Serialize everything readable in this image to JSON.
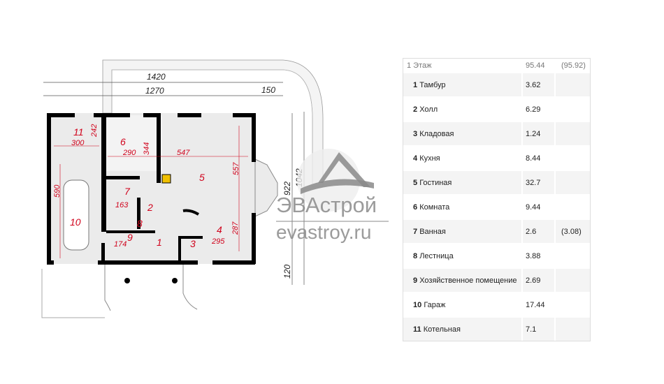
{
  "plan": {
    "rooms": {
      "r1": "1",
      "r2": "2",
      "r3": "3",
      "r4": "4",
      "r5": "5",
      "r6": "6",
      "r7": "7",
      "r8": "8",
      "r9": "9",
      "r10": "10",
      "r11": "11"
    },
    "dims_red": {
      "d300": "300",
      "d242": "242",
      "d290": "290",
      "d344": "344",
      "d547": "547",
      "d557": "557",
      "d163": "163",
      "d590": "590",
      "d174": "174",
      "d295": "295",
      "d287": "287"
    },
    "dims_black": {
      "d1420": "1420",
      "d1270": "1270",
      "d150": "150",
      "d922": "922",
      "d1042": "1042",
      "d120": "120"
    },
    "colors": {
      "room_label": "#d0021b",
      "wall": "#000000",
      "floor": "#e8e8e8"
    }
  },
  "watermark": {
    "brand": "ЭВАстрой",
    "url": "evastroy.ru"
  },
  "table": {
    "header": {
      "label": "1 Этаж",
      "area": "95.44",
      "extra": "(95.92)"
    },
    "rows": [
      {
        "num": "1",
        "name": "Тамбур",
        "area": "3.62",
        "extra": ""
      },
      {
        "num": "2",
        "name": "Холл",
        "area": "6.29",
        "extra": ""
      },
      {
        "num": "3",
        "name": "Кладовая",
        "area": "1.24",
        "extra": ""
      },
      {
        "num": "4",
        "name": "Кухня",
        "area": "8.44",
        "extra": ""
      },
      {
        "num": "5",
        "name": "Гостиная",
        "area": "32.7",
        "extra": ""
      },
      {
        "num": "6",
        "name": "Комната",
        "area": "9.44",
        "extra": ""
      },
      {
        "num": "7",
        "name": "Ванная",
        "area": "2.6",
        "extra": "(3.08)"
      },
      {
        "num": "8",
        "name": "Лестница",
        "area": "3.88",
        "extra": ""
      },
      {
        "num": "9",
        "name": "Хозяйственное помещение",
        "area": "2.69",
        "extra": ""
      },
      {
        "num": "10",
        "name": "Гараж",
        "area": "17.44",
        "extra": ""
      },
      {
        "num": "11",
        "name": "Котельная",
        "area": "7.1",
        "extra": ""
      }
    ]
  }
}
